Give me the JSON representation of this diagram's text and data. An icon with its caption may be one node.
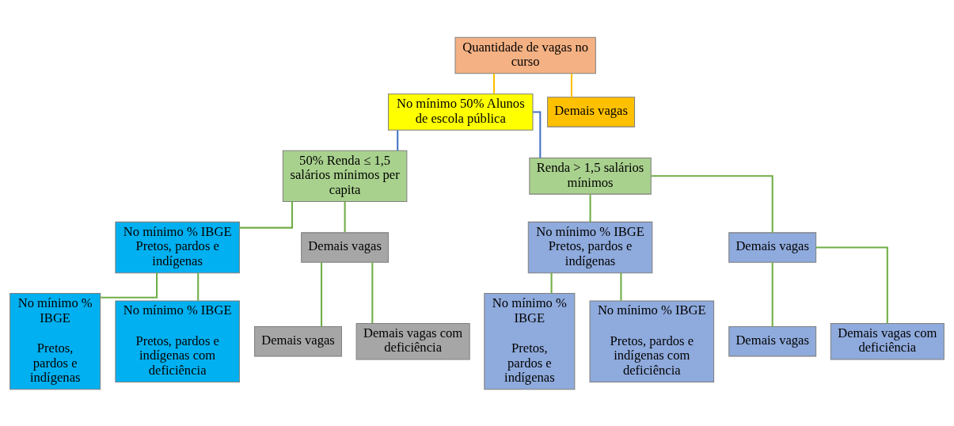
{
  "diagram": {
    "nodes": [
      {
        "text": [
          "Quantidade de vagas no curso"
        ]
      },
      {
        "text": [
          "No mínimo 50% Alunos de escola pública"
        ]
      },
      {
        "text": [
          "Demais vagas"
        ]
      },
      {
        "text": [
          "50% Renda ≤ 1,5 salários mínimos per capita"
        ]
      },
      {
        "text": [
          "Renda > 1,5 salários mínimos"
        ]
      },
      {
        "text": [
          "No mínimo % IBGE Pretos, pardos e indígenas"
        ]
      },
      {
        "text": [
          "Demais vagas"
        ]
      },
      {
        "text": [
          "No mínimo % IBGE",
          "Pretos, pardos e indígenas"
        ]
      },
      {
        "text": [
          "No mínimo % IBGE",
          "Pretos, pardos e indígenas com deficiência"
        ]
      },
      {
        "text": [
          "Demais vagas"
        ]
      },
      {
        "text": [
          "Demais vagas com deficiência"
        ]
      },
      {
        "text": [
          "No mínimo % IBGE Pretos, pardos e indígenas"
        ]
      },
      {
        "text": [
          "Demais vagas"
        ]
      },
      {
        "text": [
          "No mínimo % IBGE",
          "Pretos, pardos e indígenas"
        ]
      },
      {
        "text": [
          "No mínimo % IBGE",
          "Pretos, pardos e indígenas com deficiência"
        ]
      },
      {
        "text": [
          "Demais vagas"
        ]
      },
      {
        "text": [
          "Demais vagas com deficiência"
        ]
      }
    ],
    "edges": [
      {
        "from": 0,
        "to": 1,
        "arrow": "none",
        "color": "#ffc000"
      },
      {
        "from": 0,
        "to": 2,
        "arrow": "none",
        "color": "#ffc000"
      },
      {
        "from": 1,
        "to": 3,
        "arrow": "none",
        "color": "#4472c4"
      },
      {
        "from": 1,
        "to": 4,
        "arrow": "none",
        "color": "#4472c4"
      },
      {
        "from": 3,
        "to": 5,
        "arrow": "none"
      },
      {
        "from": 3,
        "to": 6,
        "arrow": "none"
      },
      {
        "from": 5,
        "to": 7,
        "arrow": "none"
      },
      {
        "from": 5,
        "to": 8,
        "arrow": "none"
      },
      {
        "from": 6,
        "to": 9,
        "arrow": "none"
      },
      {
        "from": 6,
        "to": 10,
        "arrow": "none"
      },
      {
        "from": 4,
        "to": 11,
        "arrow": "none"
      },
      {
        "from": 4,
        "to": 12,
        "arrow": "none"
      },
      {
        "from": 11,
        "to": 13,
        "arrow": "none"
      },
      {
        "from": 11,
        "to": 14,
        "arrow": "none"
      },
      {
        "from": 12,
        "to": 15,
        "arrow": "none"
      },
      {
        "from": 12,
        "to": 16,
        "arrow": "none"
      }
    ]
  }
}
